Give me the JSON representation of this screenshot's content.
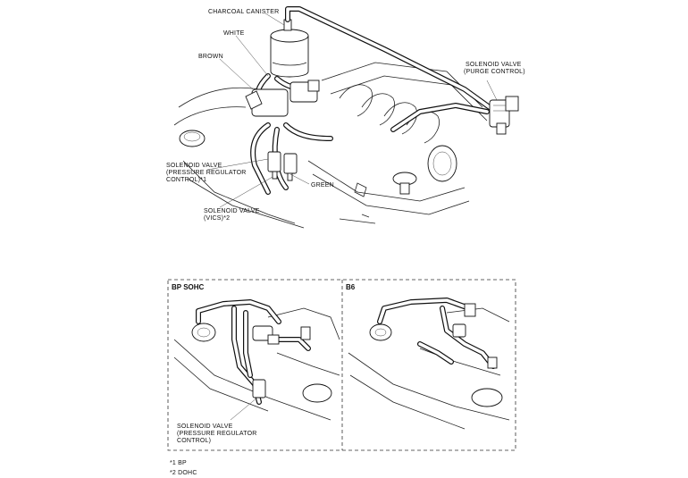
{
  "main_diagram": {
    "labels": {
      "charcoal_canister": "CHARCOAL CANISTER",
      "white": "WHITE",
      "brown": "BROWN",
      "purge_solenoid_line1": "SOLENOID VALVE",
      "purge_solenoid_line2": "(PURGE CONTROL)",
      "prc_solenoid_line1": "SOLENOID VALVE",
      "prc_solenoid_line2": "(PRESSURE REGULATOR",
      "prc_solenoid_line3": "CONTROL)*1",
      "green": "GREEN",
      "vics_solenoid_line1": "SOLENOID VALVE",
      "vics_solenoid_line2": "(VICS)*2"
    }
  },
  "inset_bp_sohc": {
    "title": "BP SOHC",
    "labels": {
      "line1": "SOLENOID VALVE",
      "line2": "(PRESSURE REGULATOR",
      "line3": "CONTROL)"
    }
  },
  "inset_b6": {
    "title": "B6"
  },
  "footnotes": {
    "note1": "*1 BP",
    "note2": "*2 DOHC"
  }
}
